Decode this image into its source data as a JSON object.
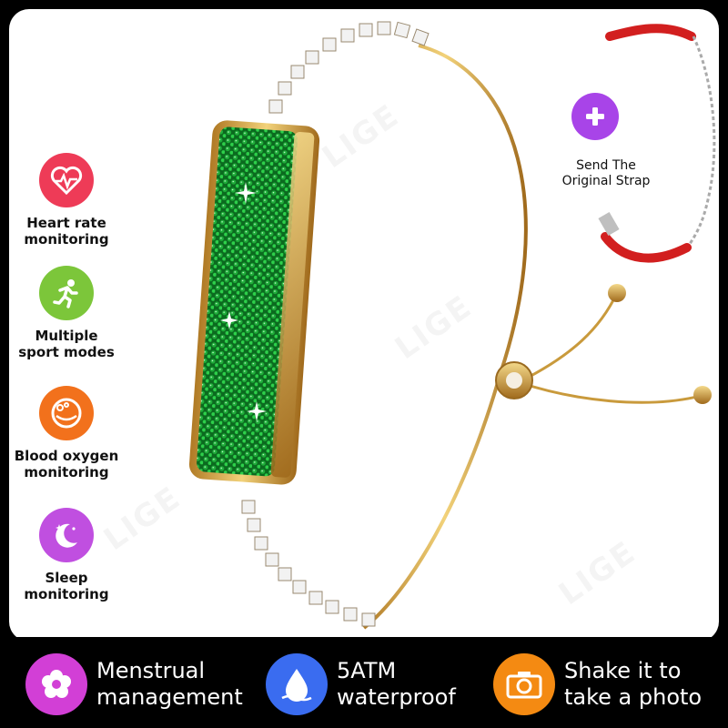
{
  "brand_watermark": "LIGE",
  "features": [
    {
      "icon": "heart-rate-icon",
      "label": "Heart rate\nmonitoring",
      "color": "#ee3b57"
    },
    {
      "icon": "running-person-icon",
      "label": "Multiple\nsport modes",
      "color": "#7cc63a"
    },
    {
      "icon": "blood-oxygen-icon",
      "label": "Blood oxygen\nmonitoring",
      "color": "#f2711c"
    },
    {
      "icon": "moon-stars-icon",
      "label": "Sleep\nmonitoring",
      "color": "#c04fe0"
    }
  ],
  "strap_offer": {
    "icon": "plus-icon",
    "label": "Send The\nOriginal Strap",
    "color": "#a844e8"
  },
  "bottom_features": [
    {
      "icon": "flower-icon",
      "label": "Menstrual\nmanagement",
      "color": "#d23fd6"
    },
    {
      "icon": "water-drop-icon",
      "label": "5ATM\nwaterproof",
      "color": "#3a6cf0"
    },
    {
      "icon": "camera-icon",
      "label": "Shake it to\ntake a photo",
      "color": "#f48a12"
    }
  ]
}
